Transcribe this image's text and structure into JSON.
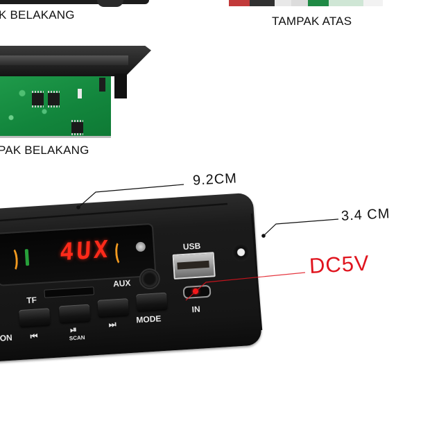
{
  "captions": {
    "rear_view_top": "K BELAKANG",
    "top_view": "TAMPAK ATAS",
    "rear_view_bottom": "PAK BELAKANG"
  },
  "dimensions": {
    "width_label": "9.2CM",
    "height_label": "3.4 CM",
    "power_label": "DC5V"
  },
  "front_panel": {
    "display_text": "4UX",
    "labels": {
      "usb": "USB",
      "in": "IN",
      "aux": "AUX",
      "tf": "TF",
      "mode": "MODE",
      "scan": "SCAN",
      "on_partial": "ON"
    },
    "button_glyphs": {
      "prev": "⏮",
      "play_pause": "⏯",
      "next": "⏭"
    }
  },
  "colors": {
    "background": "#ffffff",
    "panel": "#151515",
    "display_red": "#ff2a1a",
    "power_callout_red": "#e0141e",
    "pcb_green": "#14883e",
    "annotation_black": "#111111"
  }
}
